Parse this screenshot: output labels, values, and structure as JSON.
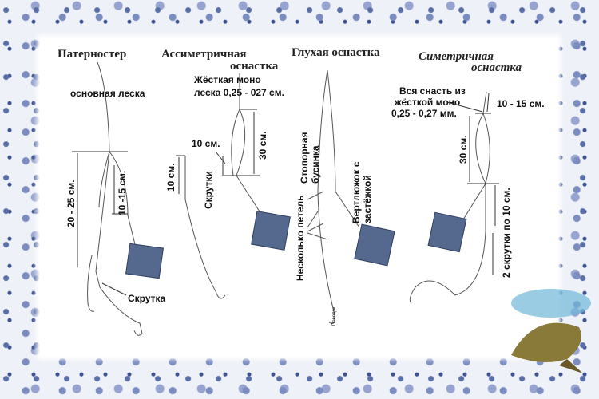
{
  "titles": {
    "paternoster": "Патерностер",
    "asym_1": "Ассиметричная",
    "asym_2": "оснастка",
    "blind": "Глухая оснастка",
    "sym_1": "Симетричная",
    "sym_2": "оснастка"
  },
  "paternoster": {
    "main_line": "основная леска",
    "len1": "20 - 25 см.",
    "len2": "10 -15 см.",
    "twist": "Скрутка"
  },
  "asym": {
    "mono_1": "Жёсткая моно",
    "mono_2": "леска 0,25 - 027 см.",
    "len30": "30 см.",
    "len10a": "10 см.",
    "len10b": "10 см.",
    "twists": "Скрутки"
  },
  "blind": {
    "bead_1": "Стопорная",
    "bead_2": "бусинка",
    "swivel_1": "Вертлюжок с",
    "swivel_2": "застёжкой",
    "loops": "Несколько петель",
    "leader": "Поводок"
  },
  "sym": {
    "all_1": "Вся снасть из",
    "all_2": "жёсткой моно",
    "all_3": "0,25 - 0,27 мм.",
    "len_top": "10 - 15 см.",
    "len30": "30 см.",
    "twists": "2 скрутки по 10 см."
  },
  "colors": {
    "feeder": "#55698f",
    "pattern": "#5a6fa8"
  }
}
